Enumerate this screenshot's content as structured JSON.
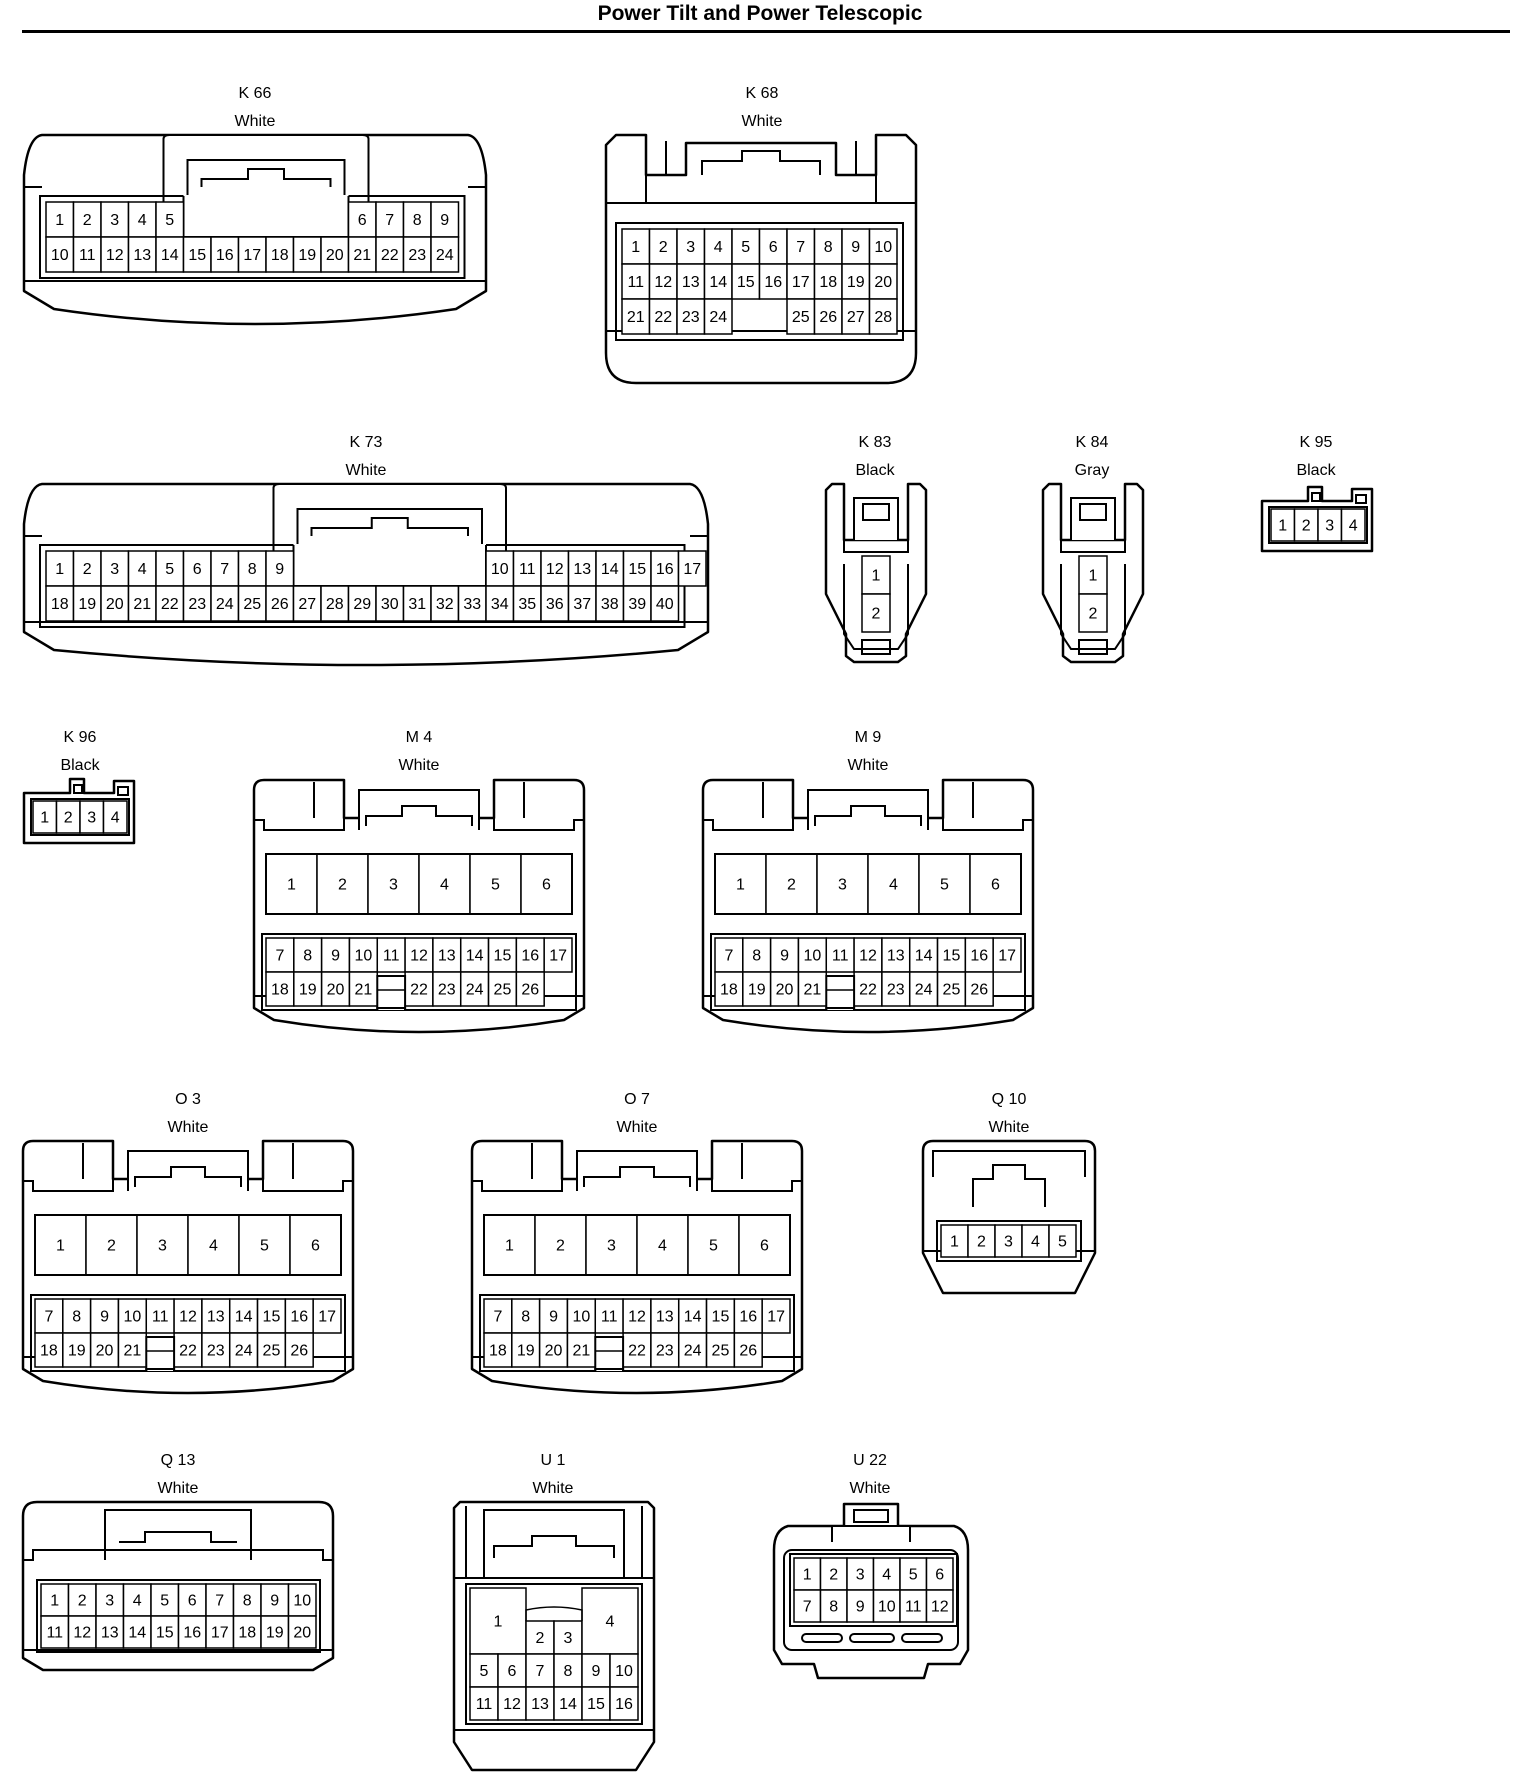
{
  "title": "Power Tilt and Power Telescopic",
  "connectors": [
    {
      "id": "K 66",
      "color": "White",
      "layout": [
        [
          1,
          2,
          3,
          4,
          5,
          null,
          null,
          null,
          null,
          null,
          null,
          6,
          7,
          8,
          9
        ],
        [
          10,
          11,
          12,
          13,
          14,
          15,
          16,
          17,
          18,
          19,
          20,
          21,
          22,
          23,
          24
        ]
      ]
    },
    {
      "id": "K 68",
      "color": "White",
      "layout": [
        [
          1,
          2,
          3,
          4,
          5,
          6,
          7,
          8,
          9,
          10
        ],
        [
          11,
          12,
          13,
          14,
          15,
          16,
          17,
          18,
          19,
          20
        ],
        [
          21,
          22,
          23,
          24,
          null,
          null,
          25,
          26,
          27,
          28
        ]
      ]
    },
    {
      "id": "K 73",
      "color": "White",
      "layout": [
        [
          1,
          2,
          3,
          4,
          5,
          6,
          7,
          8,
          9,
          null,
          null,
          null,
          null,
          null,
          null,
          null,
          10,
          11,
          12,
          13,
          14,
          15,
          16,
          17
        ],
        [
          18,
          19,
          20,
          21,
          22,
          23,
          24,
          25,
          26,
          27,
          28,
          29,
          30,
          31,
          32,
          33,
          34,
          35,
          36,
          37,
          38,
          39,
          40
        ]
      ]
    },
    {
      "id": "K 83",
      "color": "Black",
      "layout": [
        [
          1
        ],
        [
          2
        ]
      ]
    },
    {
      "id": "K 84",
      "color": "Gray",
      "layout": [
        [
          1
        ],
        [
          2
        ]
      ]
    },
    {
      "id": "K 95",
      "color": "Black",
      "layout": [
        [
          1,
          2,
          3,
          4
        ]
      ]
    },
    {
      "id": "K 96",
      "color": "Black",
      "layout": [
        [
          1,
          2,
          3,
          4
        ]
      ]
    },
    {
      "id": "M 4",
      "color": "White",
      "layout": [
        [
          1,
          2,
          3,
          4,
          5,
          6
        ],
        [
          7,
          8,
          9,
          10,
          11,
          12,
          13,
          14,
          15,
          16,
          17
        ],
        [
          18,
          19,
          20,
          21,
          null,
          22,
          23,
          24,
          25,
          26
        ]
      ]
    },
    {
      "id": "M 9",
      "color": "White",
      "layout": [
        [
          1,
          2,
          3,
          4,
          5,
          6
        ],
        [
          7,
          8,
          9,
          10,
          11,
          12,
          13,
          14,
          15,
          16,
          17
        ],
        [
          18,
          19,
          20,
          21,
          null,
          22,
          23,
          24,
          25,
          26
        ]
      ]
    },
    {
      "id": "O 3",
      "color": "White",
      "layout": [
        [
          1,
          2,
          3,
          4,
          5,
          6
        ],
        [
          7,
          8,
          9,
          10,
          11,
          12,
          13,
          14,
          15,
          16,
          17
        ],
        [
          18,
          19,
          20,
          21,
          null,
          22,
          23,
          24,
          25,
          26
        ]
      ]
    },
    {
      "id": "O 7",
      "color": "White",
      "layout": [
        [
          1,
          2,
          3,
          4,
          5,
          6
        ],
        [
          7,
          8,
          9,
          10,
          11,
          12,
          13,
          14,
          15,
          16,
          17
        ],
        [
          18,
          19,
          20,
          21,
          null,
          22,
          23,
          24,
          25,
          26
        ]
      ]
    },
    {
      "id": "Q 10",
      "color": "White",
      "layout": [
        [
          1,
          2,
          3,
          4,
          5
        ]
      ]
    },
    {
      "id": "Q 13",
      "color": "White",
      "layout": [
        [
          1,
          2,
          3,
          4,
          5,
          6,
          7,
          8,
          9,
          10
        ],
        [
          11,
          12,
          13,
          14,
          15,
          16,
          17,
          18,
          19,
          20
        ]
      ]
    },
    {
      "id": "U 1",
      "color": "White",
      "layout": [
        [
          1,
          2,
          3,
          4
        ],
        [
          5,
          6,
          7,
          8,
          9,
          10
        ],
        [
          11,
          12,
          13,
          14,
          15,
          16
        ]
      ]
    },
    {
      "id": "U 22",
      "color": "White",
      "layout": [
        [
          1,
          2,
          3,
          4,
          5,
          6
        ],
        [
          7,
          8,
          9,
          10,
          11,
          12
        ]
      ]
    }
  ]
}
